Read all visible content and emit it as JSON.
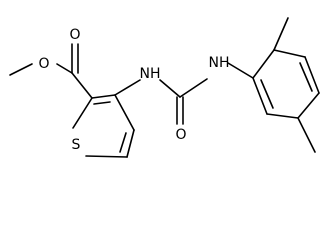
{
  "molecule": {
    "atoms": {
      "ester_methyl_oxygen": "O",
      "carbonyl_oxygen_ester": "O",
      "thiophene_sulfur": "S",
      "amine_left": "NH",
      "amine_right": "NH",
      "carbonyl_oxygen_urea": "O"
    }
  }
}
